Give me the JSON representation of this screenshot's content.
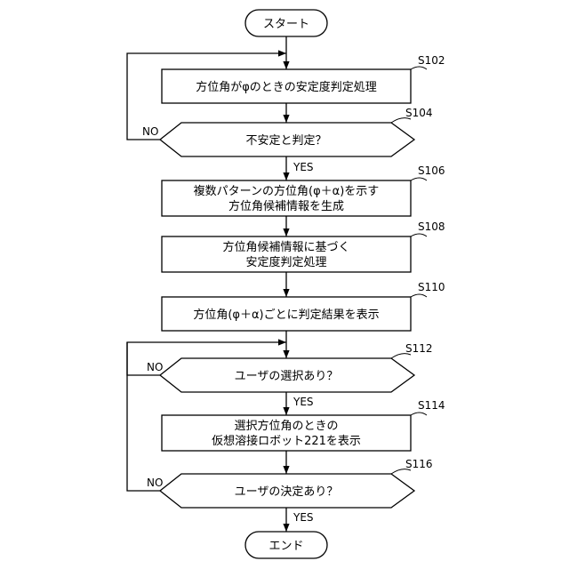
{
  "flowchart": {
    "start": "スタート",
    "end": "エンド",
    "steps": [
      {
        "id": "S102",
        "lines": [
          "方位角がφのときの安定度判定処理"
        ]
      },
      {
        "id": "S104",
        "lines": [
          "不安定と判定？"
        ]
      },
      {
        "id": "S106",
        "lines": [
          "複数パターンの方位角(φ＋α)を示す",
          "方位角候補情報を生成"
        ]
      },
      {
        "id": "S108",
        "lines": [
          "方位角候補情報に基づく",
          "安定度判定処理"
        ]
      },
      {
        "id": "S110",
        "lines": [
          "方位角(φ＋α)ごとに判定結果を表示"
        ]
      },
      {
        "id": "S112",
        "lines": [
          "ユーザの選択あり？"
        ]
      },
      {
        "id": "S114",
        "lines": [
          "選択方位角のときの",
          "仮想溶接ロボット221を表示"
        ]
      },
      {
        "id": "S116",
        "lines": [
          "ユーザの決定あり？"
        ]
      }
    ],
    "branches": {
      "yes": "YES",
      "no": "NO"
    }
  }
}
